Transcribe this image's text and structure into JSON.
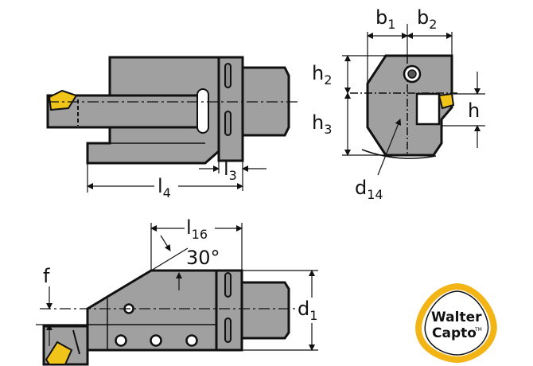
{
  "labels": {
    "b1": {
      "main": "b",
      "sub": "1"
    },
    "b2": {
      "main": "b",
      "sub": "2"
    },
    "h2": {
      "main": "h",
      "sub": "2"
    },
    "h3": {
      "main": "h",
      "sub": "3"
    },
    "h": {
      "main": "h"
    },
    "d14": {
      "main": "d",
      "sub": "14"
    },
    "l3": {
      "main": "l",
      "sub": "3"
    },
    "l4": {
      "main": "l",
      "sub": "4"
    },
    "l16": {
      "main": "l",
      "sub": "16"
    },
    "angle": "30°",
    "f": "f",
    "d1": {
      "main": "d",
      "sub": "1"
    }
  },
  "logo": {
    "line1": "Walter",
    "line2": "Capto",
    "tm": "TM"
  },
  "colors": {
    "body": "#a0a0a0",
    "body_dark": "#8c8c8c",
    "insert": "#f0c419",
    "outline": "#111111",
    "logo_ring": "#f3b415"
  }
}
